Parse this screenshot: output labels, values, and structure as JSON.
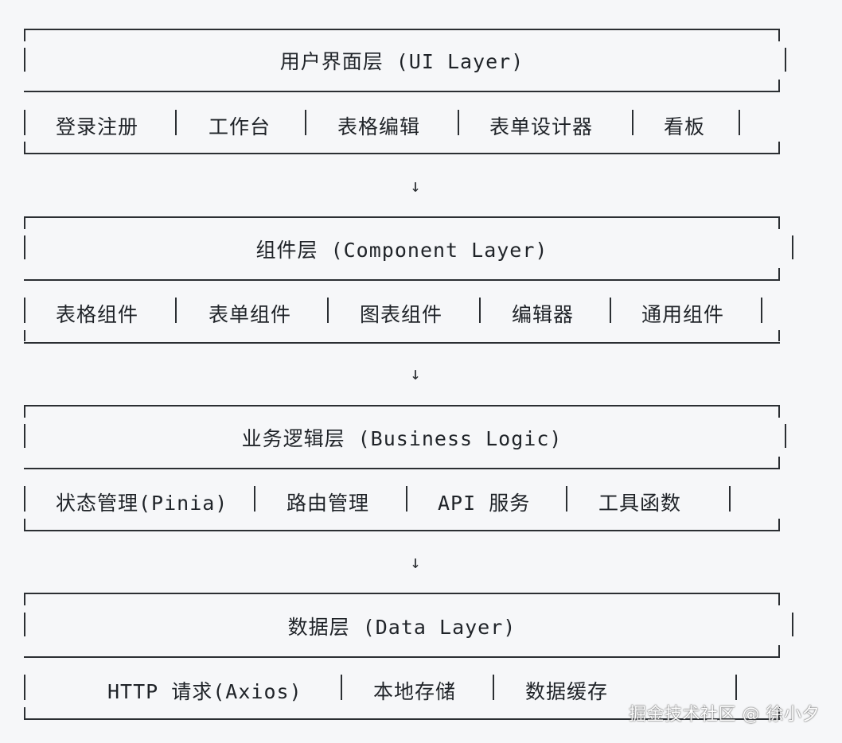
{
  "layers": [
    {
      "title": "用户界面层 (UI Layer)",
      "items": [
        "登录注册",
        "工作台",
        "表格编辑",
        "表单设计器",
        "看板"
      ]
    },
    {
      "title": "组件层 (Component Layer)",
      "items": [
        "表格组件",
        "表单组件",
        "图表组件",
        "编辑器",
        "通用组件"
      ]
    },
    {
      "title": "业务逻辑层 (Business Logic)",
      "items": [
        "状态管理(Pinia)",
        "路由管理",
        "API 服务",
        "工具函数"
      ]
    },
    {
      "title": "数据层 (Data Layer)",
      "items": [
        "HTTP 请求(Axios)",
        "本地存储",
        "数据缓存"
      ]
    }
  ],
  "arrow": "↓",
  "watermark": "掘金技术社区 @ 徐小夕"
}
